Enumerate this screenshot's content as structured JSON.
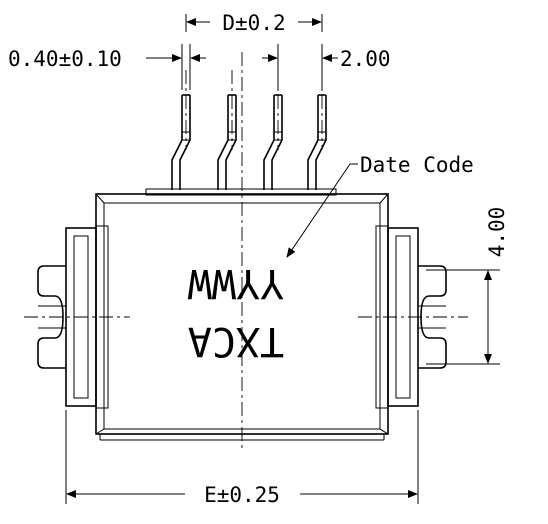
{
  "dimensions": {
    "pin_span": "D±0.2",
    "pin_width": "0.40±0.10",
    "pin_pitch": "2.00",
    "height": "4.00",
    "body_width": "E±0.25"
  },
  "callouts": {
    "date_code": "Date Code"
  },
  "marking": {
    "line1": "YYWW",
    "line2": "TXCA"
  }
}
